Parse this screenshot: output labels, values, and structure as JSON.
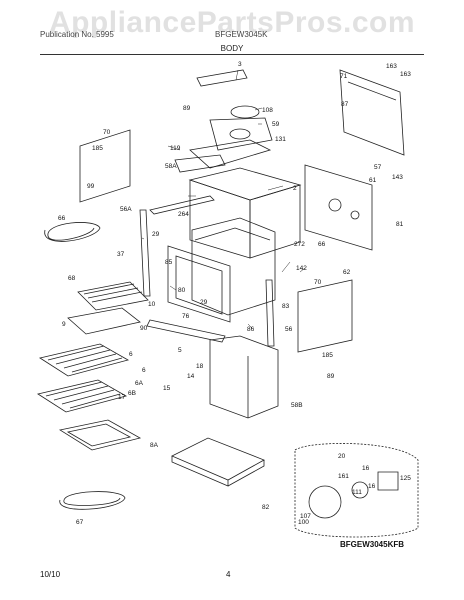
{
  "header": {
    "watermark": "AppliancePartsPros.com",
    "left_text": "Publication No. 5995",
    "right_text": "BFGEW3045K",
    "section_title": "BODY"
  },
  "diagram": {
    "model_label": "BFGEW3045KFB",
    "callouts": [
      "3",
      "108",
      "89",
      "59",
      "131",
      "119",
      "58A",
      "2",
      "264",
      "70",
      "185",
      "99",
      "56A",
      "66",
      "29",
      "37",
      "68",
      "10",
      "9",
      "80",
      "85",
      "29",
      "76",
      "90",
      "86",
      "6",
      "6",
      "6A",
      "6B",
      "17",
      "15",
      "14",
      "18",
      "5",
      "8A",
      "67",
      "82",
      "58B",
      "71",
      "163",
      "163",
      "87",
      "57",
      "61",
      "143",
      "81",
      "272",
      "66",
      "142",
      "62",
      "70",
      "83",
      "56",
      "185",
      "89",
      "100",
      "20",
      "16",
      "16",
      "125",
      "161",
      "111",
      "107"
    ]
  },
  "footer": {
    "date": "10/10",
    "page": "4"
  }
}
